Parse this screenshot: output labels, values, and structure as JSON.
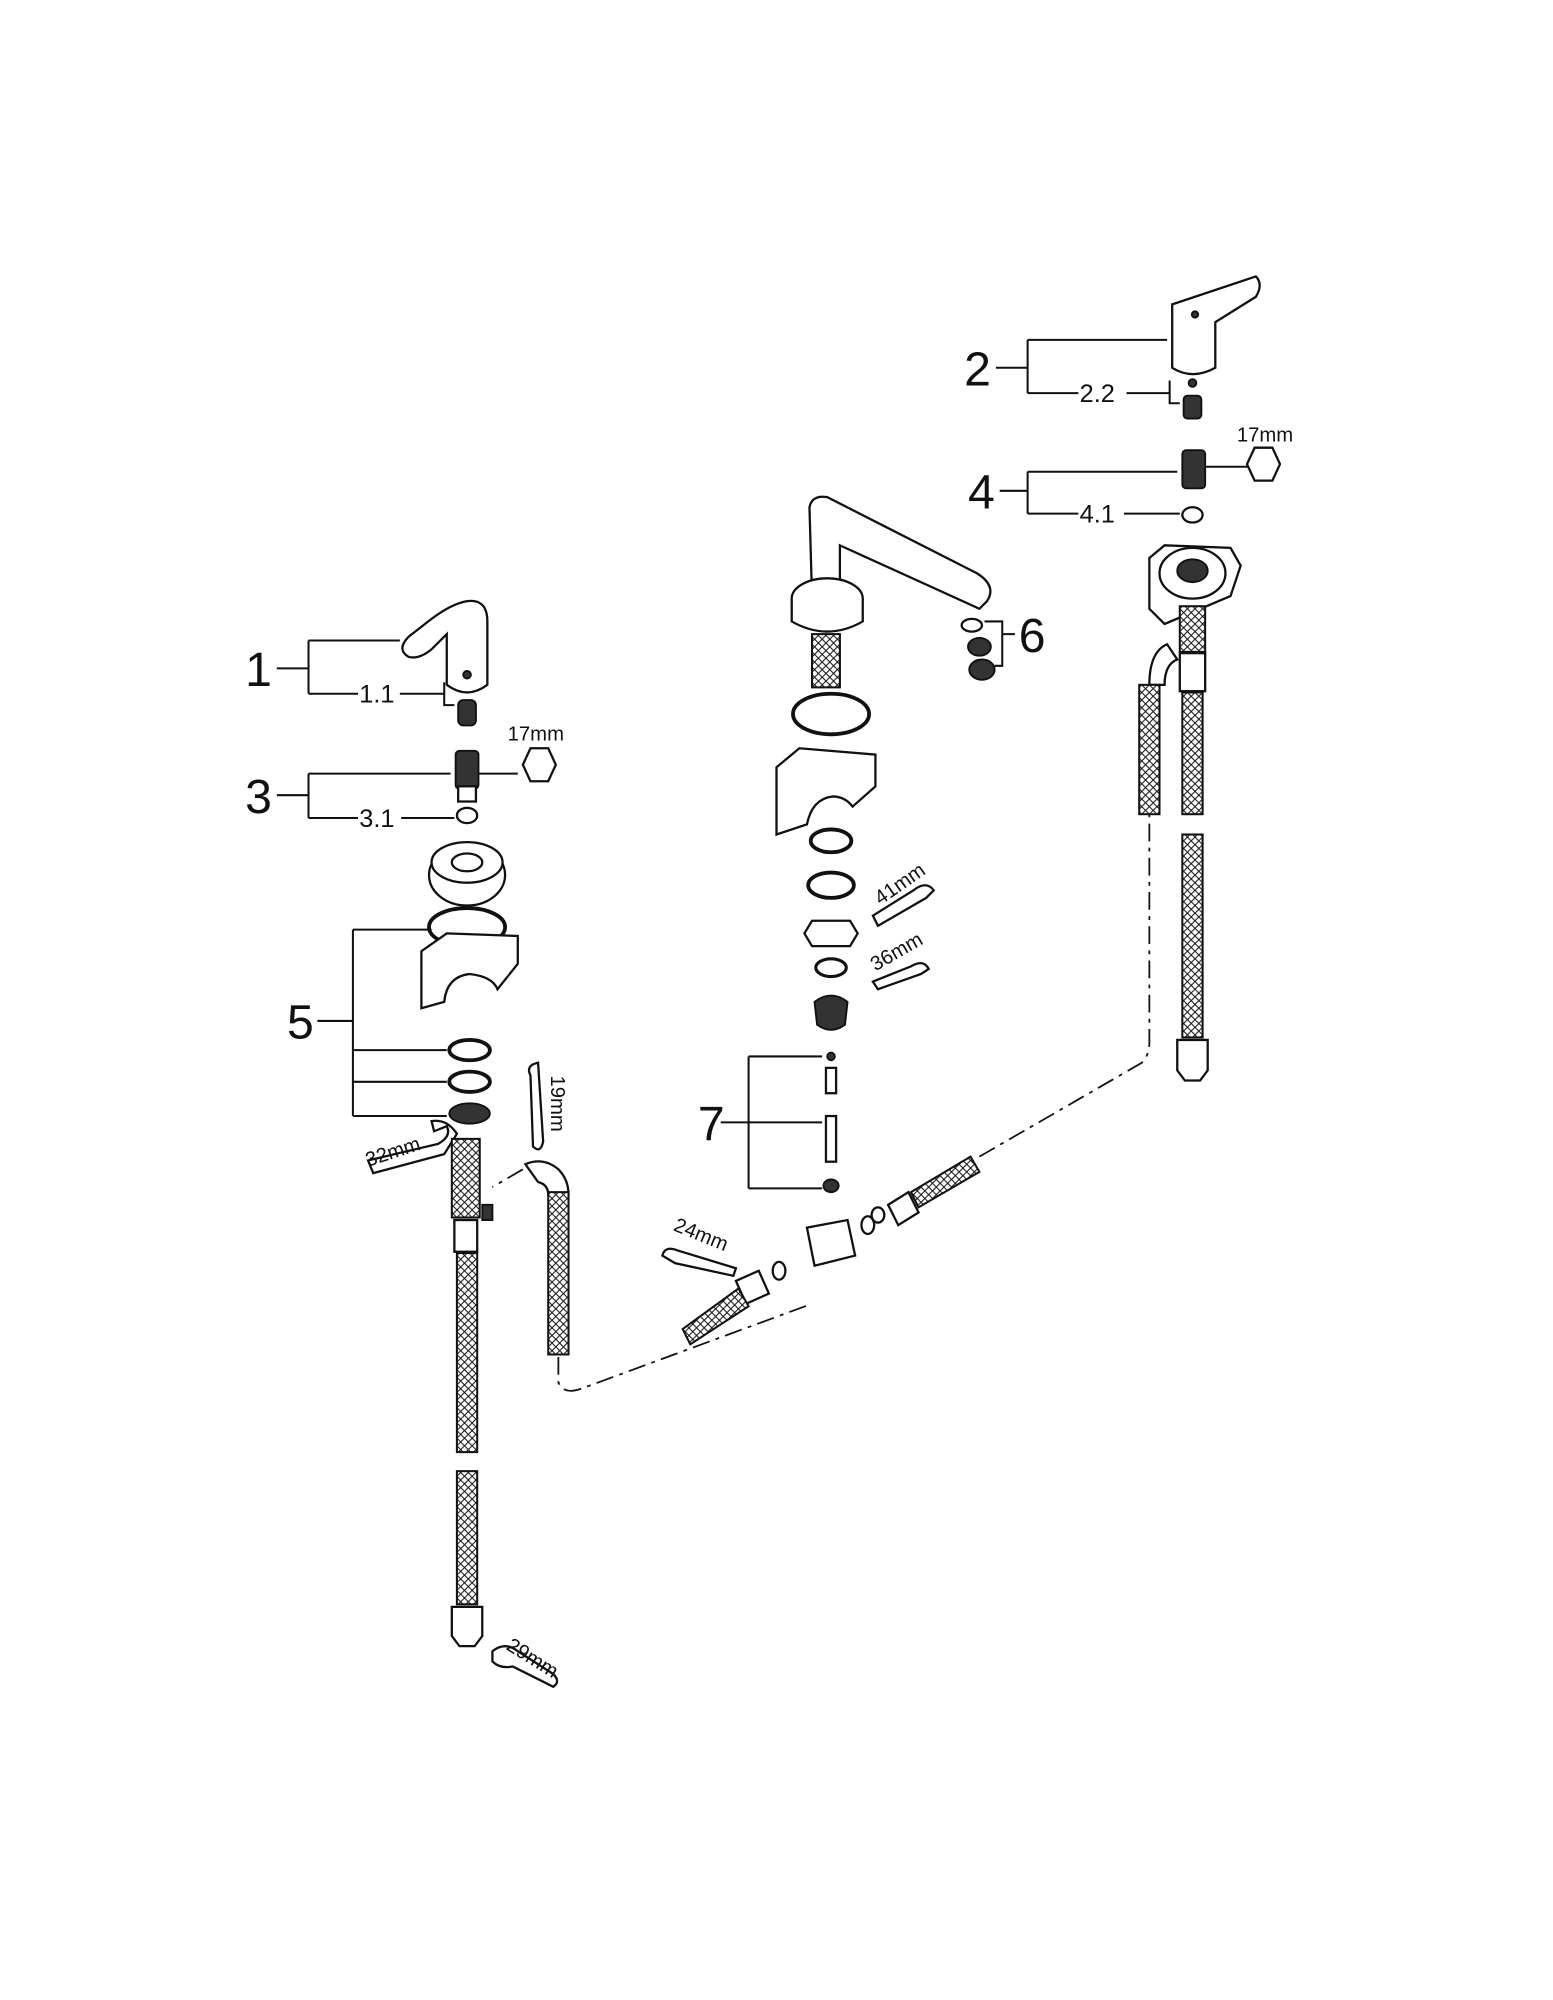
{
  "callouts": {
    "c1": "1",
    "c1_1": "1.1",
    "c2": "2",
    "c2_2": "2.2",
    "c3": "3",
    "c3_1": "3.1",
    "c4": "4",
    "c4_1": "4.1",
    "c5": "5",
    "c6": "6",
    "c7": "7"
  },
  "tool_sizes": {
    "hex_left": "17mm",
    "hex_right": "17mm",
    "wrench_41": "41mm",
    "wrench_36": "36mm",
    "wrench_32": "32mm",
    "wrench_19": "19mm",
    "wrench_24": "24mm",
    "wrench_29": "29mm"
  }
}
